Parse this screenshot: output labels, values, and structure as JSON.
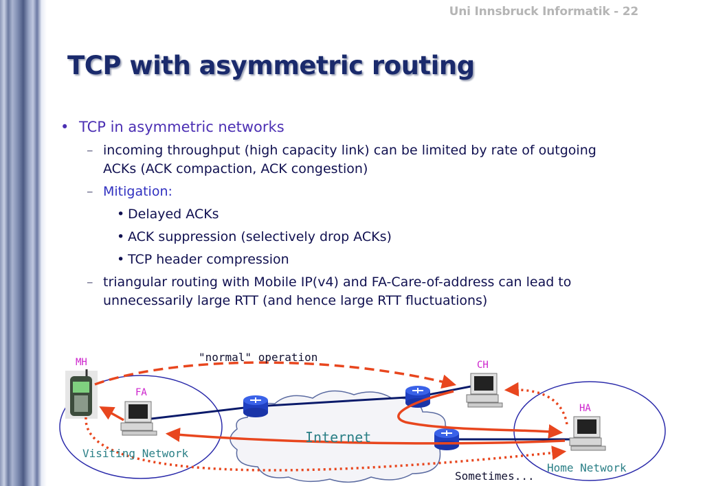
{
  "header": {
    "credit": "Uni Innsbruck Informatik - 22"
  },
  "title": "TCP with asymmetric routing",
  "bullets": {
    "main": "TCP in asymmetric networks",
    "item1_line1": "incoming throughput (high capacity link) can be limited by rate of outgoing",
    "item1_line2": "ACKs (ACK compaction, ACK congestion)",
    "item2": "Mitigation:",
    "sub": [
      "Delayed ACKs",
      "ACK suppression (selectively drop ACKs)",
      "TCP header compression"
    ],
    "item3_line1": "triangular routing with Mobile IP(v4) and FA-Care-of-address can lead to",
    "item3_line2": "unnecessarily large RTT (and hence large RTT fluctuations)"
  },
  "diagram": {
    "normal_operation": "\"normal\" operation",
    "mh": "MH",
    "fa": "FA",
    "ch": "CH",
    "ha": "HA",
    "internet": "Internet",
    "visiting_network": "Visiting Network",
    "home_network": "Home Network",
    "sometimes": "Sometimes..."
  },
  "colors": {
    "arrow": "#e8461e",
    "title": "#1a2a6c",
    "router": "#2244cc",
    "ellipse": "#2a2aaa",
    "link": "#0a1a6a"
  }
}
